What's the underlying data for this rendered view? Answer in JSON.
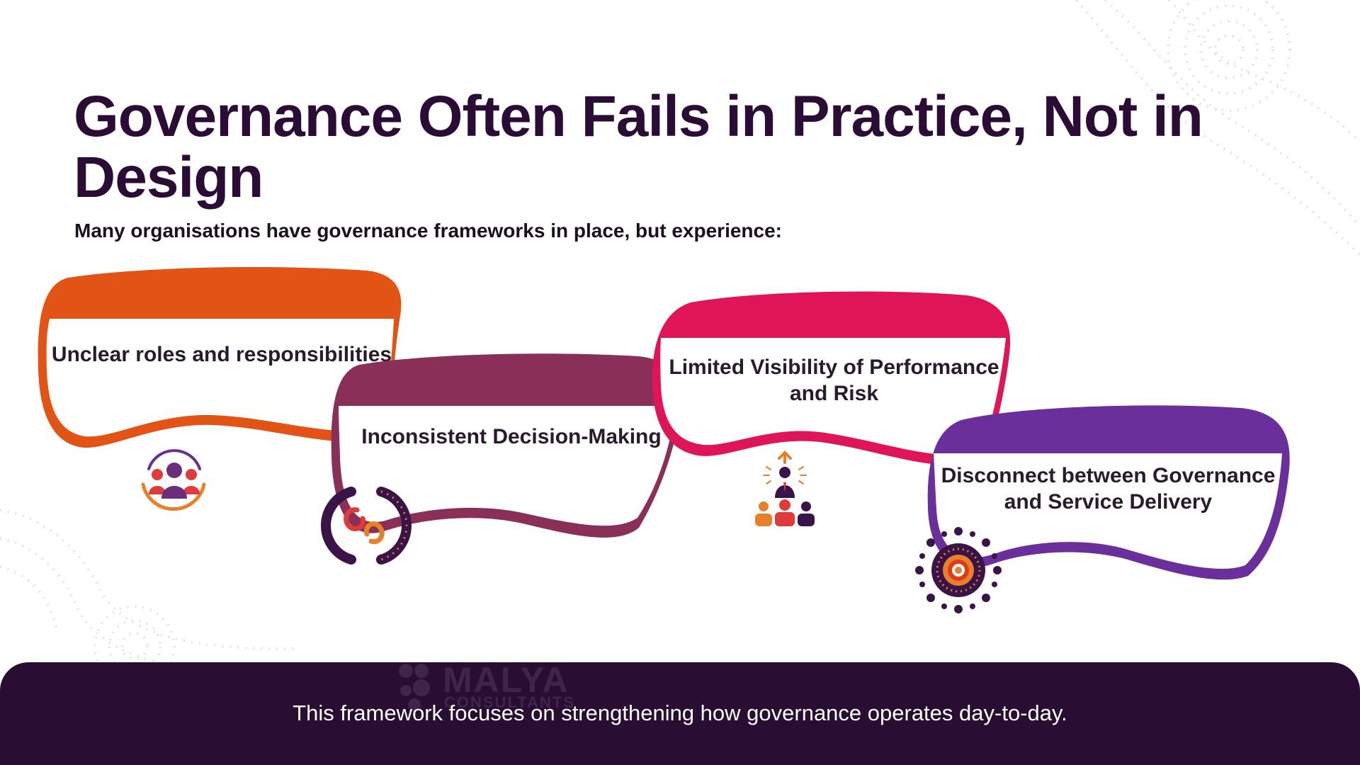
{
  "slide": {
    "title": "Governance Often Fails in Practice, Not in Design",
    "subtitle": "Many organisations have governance frameworks in place, but experience:"
  },
  "cards": [
    {
      "label": "Unclear roles and responsibilities",
      "color": "#e25416",
      "icon": "team-icon"
    },
    {
      "label": "Inconsistent Decision-Making",
      "color": "#8a2f58",
      "icon": "cycle-arrows-icon"
    },
    {
      "label": "Limited Visibility of Performance and Risk",
      "color": "#df1558",
      "icon": "leader-icon"
    },
    {
      "label": "Disconnect between Governance and Service Delivery",
      "color": "#6a2f9a",
      "icon": "sun-dots-icon"
    }
  ],
  "footer": {
    "text": "This framework focuses on strengthening how governance operates day-to-day.",
    "watermark_name": "MALYA",
    "watermark_sub": "CONSULTANTS"
  },
  "colors": {
    "title": "#2b0c36",
    "footer_bg": "#2a0d33"
  }
}
